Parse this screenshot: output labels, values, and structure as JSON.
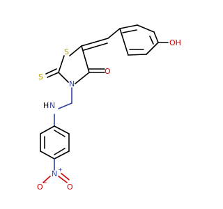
{
  "atoms": {
    "oh": "OH",
    "s_ring": "S",
    "s_thione": "S",
    "o_carbonyl": "O",
    "n_ring": "N",
    "nh": "H",
    "nh_n": "N",
    "n_nitro": "N",
    "n_nitro_charge": "+",
    "o_nitro_left": "O",
    "o_nitro_left_charge": "−",
    "o_nitro_right": "O"
  },
  "colors": {
    "carbon_bond": "#000000",
    "nitrogen": "#2f3f9f",
    "oxygen": "#cc0000",
    "sulfur": "#b8a000"
  }
}
